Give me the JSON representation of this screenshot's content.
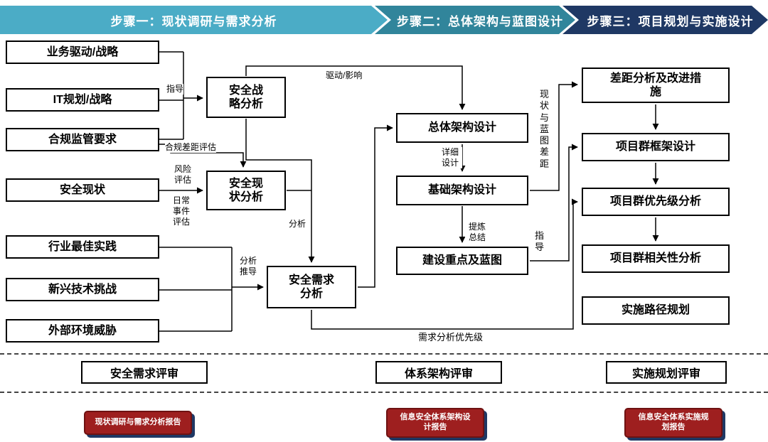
{
  "banner": {
    "steps": [
      {
        "label": "步骤一：现状调研与需求分析"
      },
      {
        "label": "步骤二：总体架构与蓝图设计"
      },
      {
        "label": "步骤三：项目规划与实施设计"
      }
    ]
  },
  "colors": {
    "step1": "#4BACC6",
    "step2": "#31859B",
    "step3": "#1F3864",
    "report_bg": "#9E1F1F",
    "report_border": "#6E1212",
    "report_shadow": "#1F3864"
  },
  "left_inputs": [
    {
      "label": "业务驱动/战略"
    },
    {
      "label": "IT规划/战略"
    },
    {
      "label": "合规监管要求"
    },
    {
      "label": "安全现状"
    },
    {
      "label": "行业最佳实践"
    },
    {
      "label": "新兴技术挑战"
    },
    {
      "label": "外部环境威胁"
    }
  ],
  "analysis_boxes": {
    "strategy": "安全战略分析",
    "current": "安全现状分析",
    "requirements": "安全需求分析"
  },
  "step2_boxes": {
    "overall": "总体架构设计",
    "infrastructure": "基础架构设计",
    "blueprint": "建设重点及蓝图"
  },
  "step3_boxes": {
    "gap": "差距分析及改进措施",
    "framework": "项目群框架设计",
    "priority": "项目群优先级分析",
    "correlation": "项目群相关性分析",
    "roadmap": "实施路径规划"
  },
  "edge_labels": {
    "guide1": "指导",
    "compliance_gap": "合规差距评估",
    "risk_assess": "风险评估",
    "daily_event": "日常事件评估",
    "drive_influence": "驱动/影响",
    "analyze": "分析",
    "analyze_derive": "分析推导",
    "detail_design": "详细设计",
    "refine_summary": "提炼总结",
    "gap_vertical": "现状与蓝图差距",
    "guide2": "指导",
    "req_priority": "需求分析优先级"
  },
  "reviews": [
    {
      "label": "安全需求评审"
    },
    {
      "label": "体系架构评审"
    },
    {
      "label": "实施规划评审"
    }
  ],
  "reports": [
    {
      "label": "现状调研与需求分析报告"
    },
    {
      "label": "信息安全体系架构设计报告"
    },
    {
      "label": "信息安全体系实施规划报告"
    }
  ]
}
